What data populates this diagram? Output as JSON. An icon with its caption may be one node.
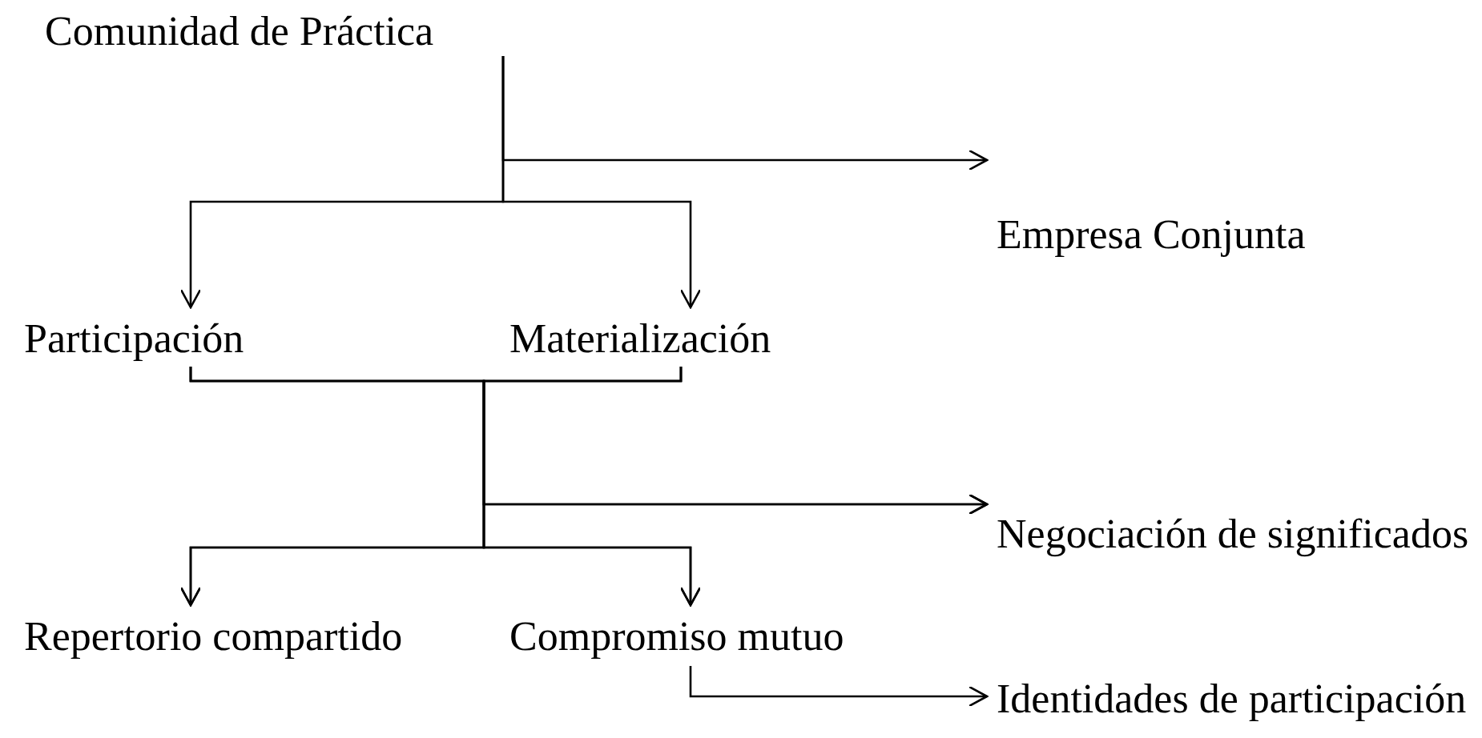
{
  "diagram": {
    "nodes": [
      {
        "text": [
          "Comunidad de Práctica"
        ]
      },
      {
        "text": [
          "Empresa Conjunta"
        ]
      },
      {
        "text": [
          "Participación"
        ]
      },
      {
        "text": [
          "Materialización"
        ]
      },
      {
        "text": [
          "Negociación de significados"
        ]
      },
      {
        "text": [
          "Repertorio compartido"
        ]
      },
      {
        "text": [
          "Compromiso mutuo"
        ]
      },
      {
        "text": [
          "Identidades de participación"
        ]
      }
    ],
    "edges": [
      {
        "from": 0,
        "to": 1,
        "arrow": "to"
      },
      {
        "from": 0,
        "to": 2,
        "arrow": "to"
      },
      {
        "from": 0,
        "to": 3,
        "arrow": "to"
      },
      {
        "from": 2,
        "to": 4,
        "arrow": "to"
      },
      {
        "from": 3,
        "to": 4,
        "arrow": "to"
      },
      {
        "from": 2,
        "to": 5,
        "arrow": "to"
      },
      {
        "from": 3,
        "to": 5,
        "arrow": "to"
      },
      {
        "from": 2,
        "to": 6,
        "arrow": "to"
      },
      {
        "from": 3,
        "to": 6,
        "arrow": "to"
      },
      {
        "from": 6,
        "to": 7,
        "arrow": "to"
      }
    ]
  }
}
